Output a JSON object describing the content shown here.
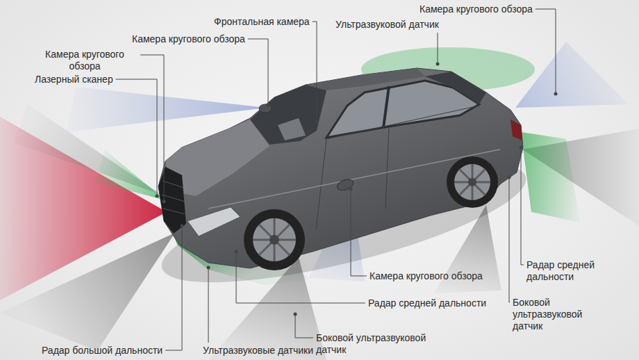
{
  "diagram": {
    "labels": [
      "Камера кругового обзора",
      "Фронтальная камера",
      "Ультразвуковой датчик",
      "Камера кругового обзора",
      "Камера кругового обзора",
      "Лазерный сканер",
      "Радар средней дальности",
      "Камера кругового обзора",
      "Радар средней дальности",
      "Боковой ультразвуковой датчик",
      "Боковой ультразвуковой датчик",
      "Радар большой дальности",
      "Ультразвуковые датчики"
    ]
  }
}
